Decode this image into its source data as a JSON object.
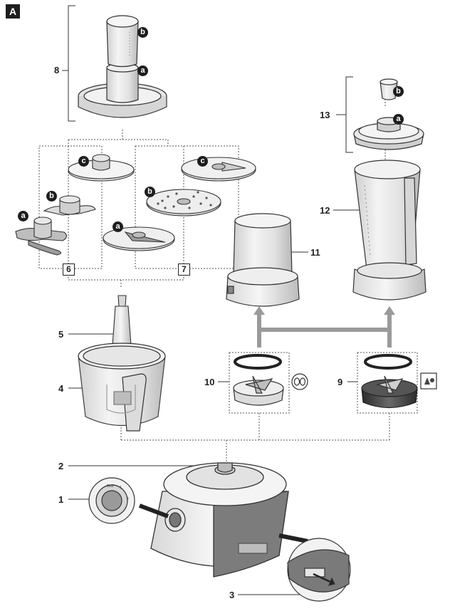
{
  "panel": {
    "tag": "A"
  },
  "labels": {
    "n1": "1",
    "n2": "2",
    "n3": "3",
    "n4": "4",
    "n5": "5",
    "n6": "6",
    "n7": "7",
    "n8": "8",
    "n9": "9",
    "n10": "10",
    "n11": "11",
    "n12": "12",
    "n13": "13"
  },
  "subparts": {
    "a": "a",
    "b": "b",
    "c": "c"
  },
  "colors": {
    "line": "#333333",
    "part_fill": "#e9e9e9",
    "part_shade": "#bdbdbd",
    "dark": "#3a3a3a",
    "connector": "#9a9a9a"
  }
}
